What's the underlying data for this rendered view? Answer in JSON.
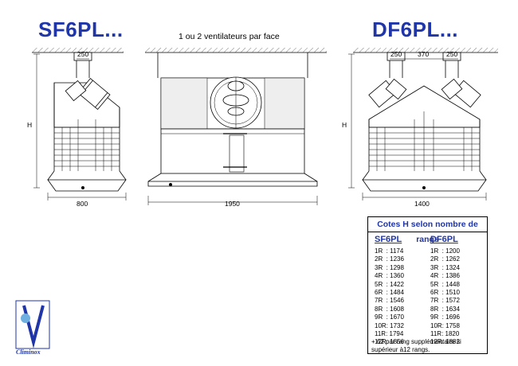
{
  "titles": {
    "left": "SF6PL...",
    "right": "DF6PL..."
  },
  "subtitle": "1 ou 2 ventilateurs par face",
  "dimensions": {
    "left_width": "800",
    "middle_width": "1950",
    "right_width": "1400",
    "left_top": "250",
    "right_top_a": "250",
    "right_top_b": "370",
    "right_top_c": "250",
    "height_label": "H"
  },
  "table": {
    "title": "Cotes H selon nombre de rangs",
    "col1": {
      "header": "SF6PL",
      "rows": [
        "1R  : 1174",
        "2R  : 1236",
        "3R  : 1298",
        "4R  : 1360",
        "5R  : 1422",
        "6R  : 1484",
        "7R  : 1546",
        "8R  : 1608",
        "9R  : 1670",
        "10R: 1732",
        "11R: 1794",
        "12R: 1856"
      ]
    },
    "col2": {
      "header": "DF6PL",
      "rows": [
        "1R  : 1200",
        "2R  : 1262",
        "3R  : 1324",
        "4R  : 1386",
        "5R  : 1448",
        "6R  : 1510",
        "7R  : 1572",
        "8R  : 1634",
        "9R  : 1696",
        "10R: 1758",
        "11R: 1820",
        "12R: 1882"
      ]
    },
    "note": "+ 62 par rang supplémentaire si supérieur à12 rangs."
  },
  "logo": {
    "text": "Climinox"
  }
}
